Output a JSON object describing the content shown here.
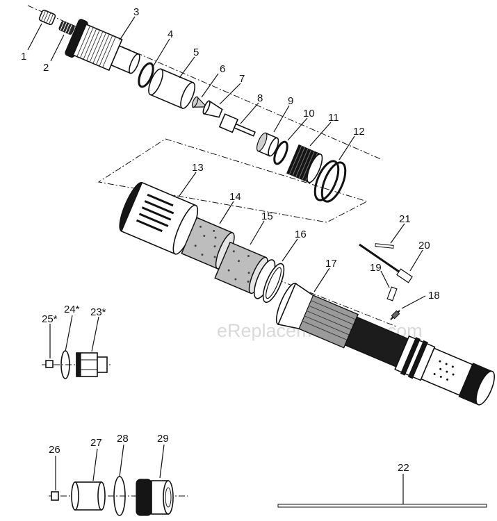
{
  "watermark": "eReplacementParts.com",
  "callouts": [
    {
      "id": "c1",
      "label": "1"
    },
    {
      "id": "c2",
      "label": "2"
    },
    {
      "id": "c3",
      "label": "3"
    },
    {
      "id": "c4",
      "label": "4"
    },
    {
      "id": "c5",
      "label": "5"
    },
    {
      "id": "c6",
      "label": "6"
    },
    {
      "id": "c7",
      "label": "7"
    },
    {
      "id": "c8",
      "label": "8"
    },
    {
      "id": "c9",
      "label": "9"
    },
    {
      "id": "c10",
      "label": "10"
    },
    {
      "id": "c11",
      "label": "11"
    },
    {
      "id": "c12",
      "label": "12"
    },
    {
      "id": "c13",
      "label": "13"
    },
    {
      "id": "c14",
      "label": "14"
    },
    {
      "id": "c15",
      "label": "15"
    },
    {
      "id": "c16",
      "label": "16"
    },
    {
      "id": "c17",
      "label": "17"
    },
    {
      "id": "c18",
      "label": "18"
    },
    {
      "id": "c19",
      "label": "19"
    },
    {
      "id": "c20",
      "label": "20"
    },
    {
      "id": "c21",
      "label": "21"
    },
    {
      "id": "c22",
      "label": "22"
    },
    {
      "id": "c23",
      "label": "23*"
    },
    {
      "id": "c24",
      "label": "24*"
    },
    {
      "id": "c25",
      "label": "25*"
    },
    {
      "id": "c26",
      "label": "26"
    },
    {
      "id": "c27",
      "label": "27"
    },
    {
      "id": "c28",
      "label": "28"
    },
    {
      "id": "c29",
      "label": "29"
    }
  ]
}
